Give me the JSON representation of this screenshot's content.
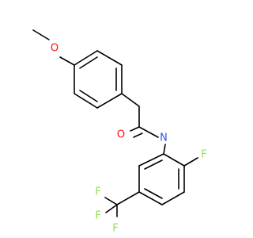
{
  "molecule": {
    "atoms": [
      {
        "id": "o_methoxy",
        "label": "O",
        "color": "#ff0d0d"
      },
      {
        "id": "o_carbonyl",
        "label": "O",
        "color": "#ff0d0d"
      },
      {
        "id": "n_amide",
        "label": "N",
        "color": "#3050f8"
      },
      {
        "id": "f_aryl",
        "label": "F",
        "color": "#90e050"
      },
      {
        "id": "f_cf3_1",
        "label": "F",
        "color": "#90e050"
      },
      {
        "id": "f_cf3_2",
        "label": "F",
        "color": "#90e050"
      },
      {
        "id": "f_cf3_3",
        "label": "F",
        "color": "#90e050"
      }
    ],
    "bond_color": "#000000"
  }
}
